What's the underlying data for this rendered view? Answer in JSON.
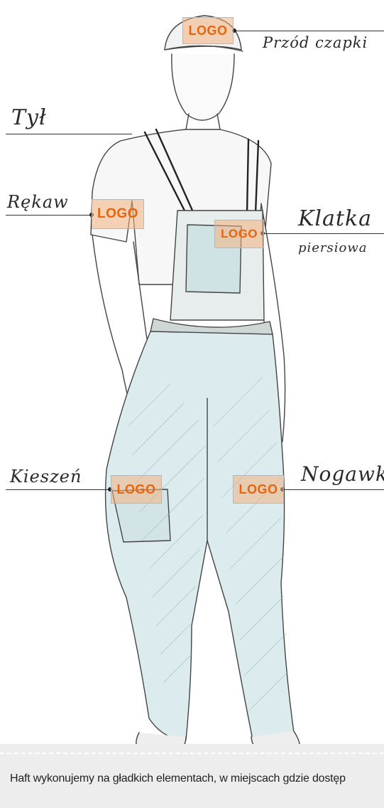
{
  "logo_text": "LOGO",
  "labels": {
    "cap_front": "Przód czapki",
    "back": "Tył",
    "sleeve": "Rękaw",
    "chest_line1": "Klatka",
    "chest_line2": "piersiowa",
    "pocket": "Kieszeń",
    "trouser_leg": "Nogawka"
  },
  "caption": "Haft wykonujemy na gładkich elementach, w miejscach gdzie dostęp",
  "colors": {
    "logo_text": "#e8650e",
    "logo_fill": "#f2b280",
    "pencil": "#333333",
    "denim": "#7fb8c4",
    "caption_bg": "#ededed"
  }
}
